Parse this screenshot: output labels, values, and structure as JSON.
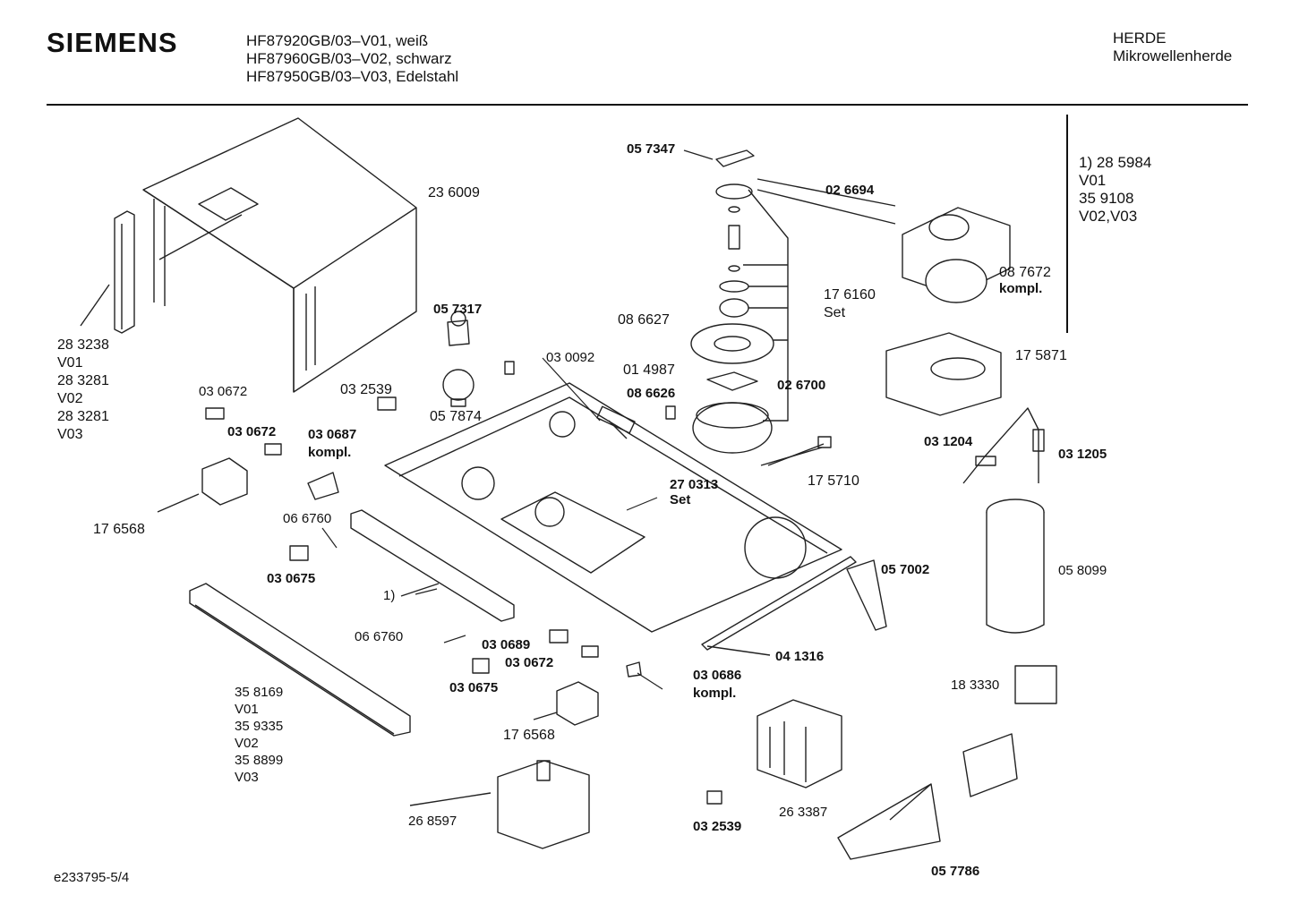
{
  "header": {
    "brand": "SIEMENS",
    "models": [
      "HF87920GB/03–V01, weiß",
      "HF87960GB/03–V02, schwarz",
      "HF87950GB/03–V03, Edelstahl"
    ],
    "category": [
      "HERDE",
      "Mikrowellenherde"
    ]
  },
  "note": [
    "1) 28 5984",
    "V01",
    "35 9108",
    "V02,V03"
  ],
  "labels": {
    "l236009": "23 6009",
    "l283238": [
      "28 3238",
      "V01",
      "28 3281",
      "V02",
      "28 3281",
      "V03"
    ],
    "l030672a": "03 0672",
    "l032539a": "03 2539",
    "l057874": "05 7874",
    "l057317": "05 7317",
    "l030092": "03 0092",
    "l030672b": "03 0672",
    "l030687": [
      "03 0687",
      "kompl."
    ],
    "l176568a": "17 6568",
    "l066760a": "06 6760",
    "l030675a": "03 0675",
    "l1": "1)",
    "l066760b": "06 6760",
    "l030689": "03 0689",
    "l030672c": "03 0672",
    "l030675b": "03 0675",
    "l358169": [
      "35 8169",
      "V01",
      "35 9335",
      "V02",
      "35 8899",
      "V03"
    ],
    "l176568b": "17 6568",
    "l268597": "26 8597",
    "l030686": [
      "03 0686",
      "kompl."
    ],
    "l032539b": "03 2539",
    "l263387": "26 3387",
    "l041316": "04 1316",
    "l057002": "05 7002",
    "l270313": [
      "27 0313",
      "Set"
    ],
    "l057347": "05 7347",
    "l026694": "02 6694",
    "l176160": [
      "17 6160",
      "Set"
    ],
    "l086627": "08 6627",
    "l014987": "01 4987",
    "l086626": "08 6626",
    "l026700": "02 6700",
    "l175710": "17 5710",
    "l087672": [
      "08 7672",
      "kompl."
    ],
    "l175871": "17 5871",
    "l031204": "03 1204",
    "l031205": "03 1205",
    "l058099": "05 8099",
    "l183330": "18  3330",
    "l057786": "05 7786"
  },
  "footer": "e233795-5/4"
}
